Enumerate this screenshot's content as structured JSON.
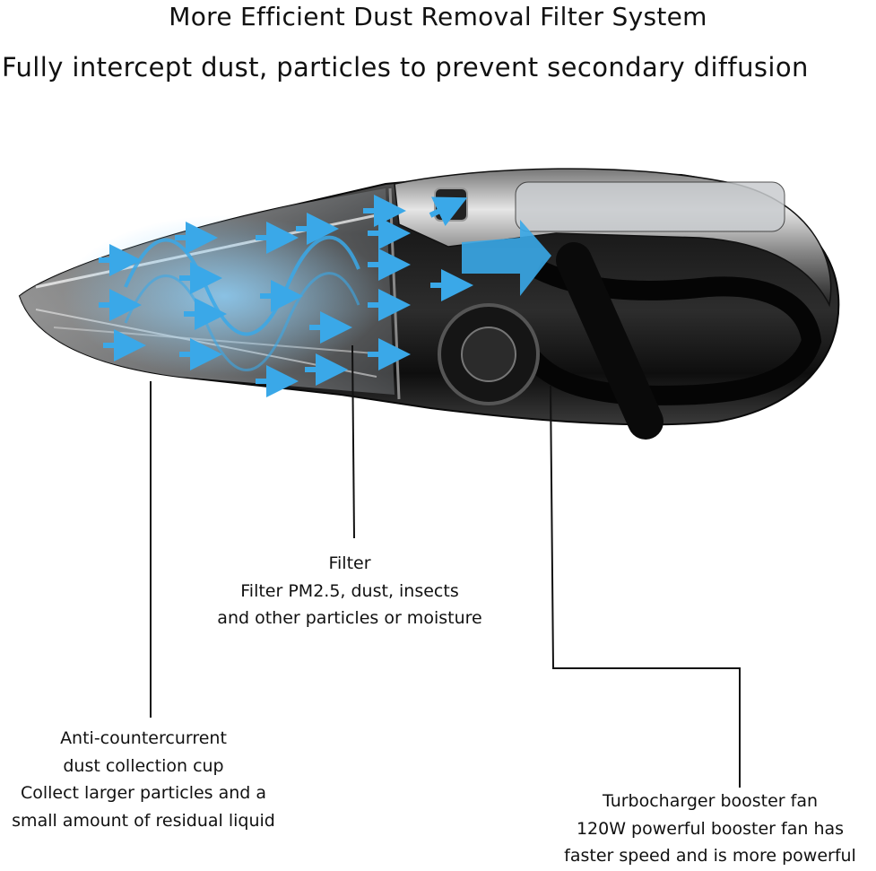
{
  "heading": {
    "title": "More Efficient Dust Removal Filter System",
    "subtitle": "Fully intercept dust, particles to prevent secondary diffusion"
  },
  "callouts": {
    "filter": {
      "name": "Filter",
      "line1": "Filter PM2.5, dust, insects",
      "line2": "and other particles or moisture"
    },
    "cup": {
      "name1": "Anti-countercurrent",
      "name2": "dust collection cup",
      "line1": "Collect larger particles and a",
      "line2": "small amount of residual liquid"
    },
    "fan": {
      "name": "Turbocharger booster fan",
      "line1": "120W powerful booster fan has",
      "line2": "faster speed and is more powerful"
    }
  },
  "colors": {
    "airflow": "#3aa8e8",
    "body": "#1b1b1b",
    "chrome": "#bfc3c7"
  }
}
